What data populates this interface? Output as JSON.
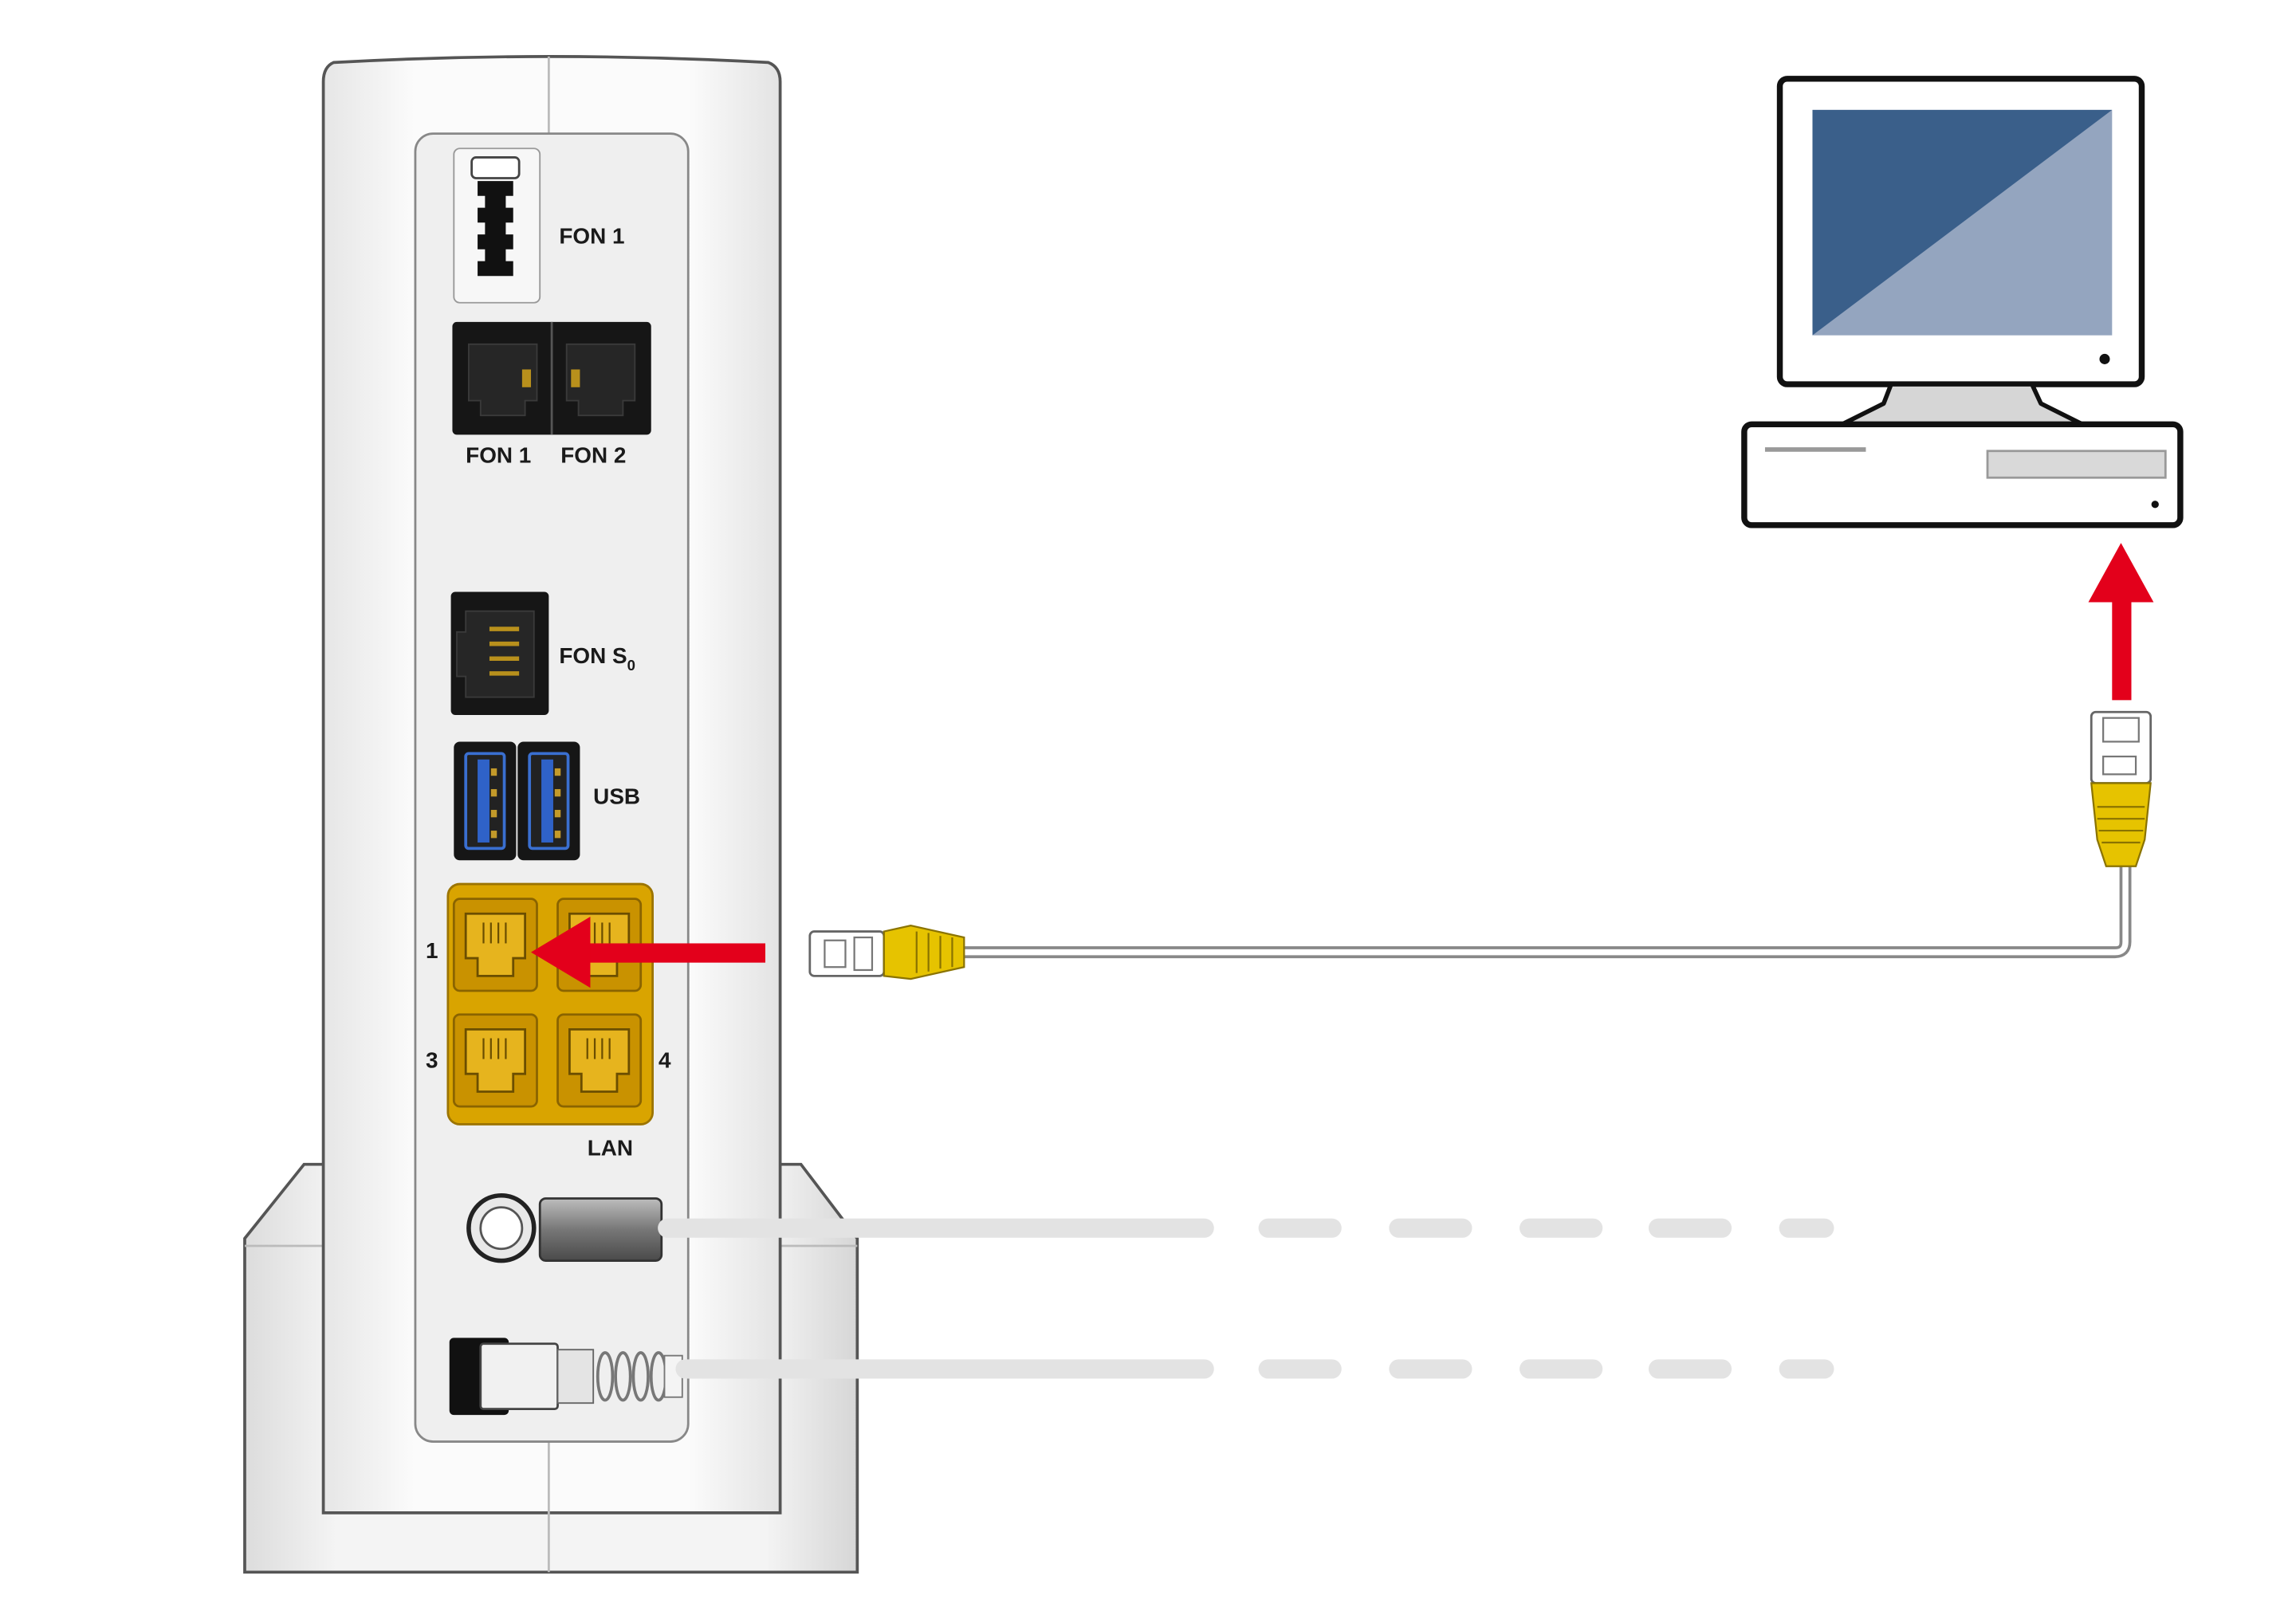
{
  "router": {
    "port_labels": {
      "fon1_top": "FON 1",
      "fon1": "FON 1",
      "fon2": "FON 2",
      "fon_s0_main": "FON S",
      "fon_s0_sub": "0",
      "usb": "USB",
      "lan_1": "1",
      "lan_3": "3",
      "lan_4": "4",
      "lan": "LAN"
    }
  },
  "icons": {
    "router": "router-device-icon",
    "computer": "desktop-computer-icon",
    "cable": "ethernet-cable-icon",
    "arrow": "red-arrow-icon"
  },
  "colors": {
    "lan_ports": "#d9a400",
    "cable_connector": "#e6c300",
    "arrow": "#e3001b",
    "screen_dark": "#3a5f8a",
    "screen_light": "#94a5bf",
    "faded_cable": "#e3e3e3"
  }
}
